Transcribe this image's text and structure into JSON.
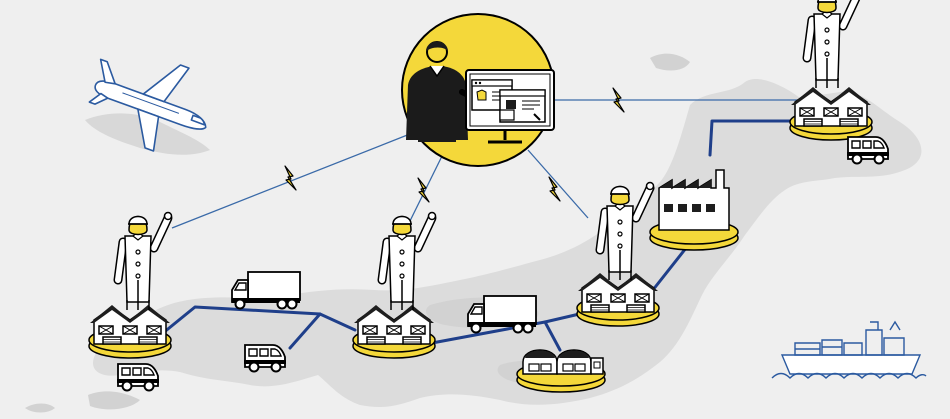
{
  "illustration": {
    "nodes": [
      {
        "name": "warehouse-left"
      },
      {
        "name": "warehouse-center"
      },
      {
        "name": "warehouse-right"
      },
      {
        "name": "warehouse-top-right"
      },
      {
        "name": "factory"
      },
      {
        "name": "dome-depot"
      }
    ],
    "hub": {
      "name": "online-shop-operator"
    },
    "vehicles": [
      "airplane",
      "truck-left",
      "truck-center",
      "van-left",
      "van-bottom-left",
      "van-right",
      "cargo-ship"
    ]
  }
}
